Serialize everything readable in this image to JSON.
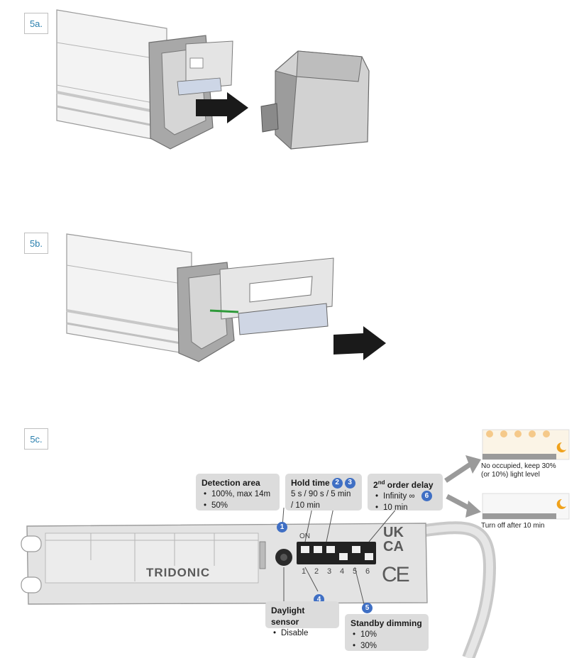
{
  "steps": {
    "a": "5a.",
    "b": "5b.",
    "c": "5c."
  },
  "device": {
    "brand": "TRIDONIC",
    "ukca_top": "UK",
    "ukca_bottom": "CA",
    "ce": "CE",
    "on_label": "ON",
    "dip_numbers": [
      "1",
      "2",
      "3",
      "4",
      "5",
      "6"
    ]
  },
  "callouts": {
    "detection": {
      "title": "Detection area",
      "items": [
        "100%, max 14m",
        "50%"
      ],
      "badge": "1"
    },
    "hold": {
      "title": "Hold time",
      "badges": [
        "2",
        "3"
      ],
      "line1": "5 s / 90 s / 5 min",
      "line2": "/ 10 min"
    },
    "second": {
      "title_pre": "2",
      "title_sup": "nd",
      "title_post": " order delay",
      "items": [
        "Infinity ∞",
        "10 min"
      ],
      "badge": "6"
    },
    "daylight": {
      "title": "Daylight sensor",
      "items": [
        "Disable"
      ],
      "badge": "4"
    },
    "standby": {
      "title": "Standby dimming",
      "items": [
        "10%",
        "30%"
      ],
      "badge": "5"
    }
  },
  "scenes": {
    "top": {
      "line1": "No occupied, keep 30%",
      "line2": "(or 10%) light level"
    },
    "bottom": {
      "line1": "Turn off after 10 min"
    }
  },
  "colors": {
    "accent_blue": "#3f6fc4",
    "step_text": "#2a7fae",
    "callout_bg": "#dcdcdc"
  }
}
